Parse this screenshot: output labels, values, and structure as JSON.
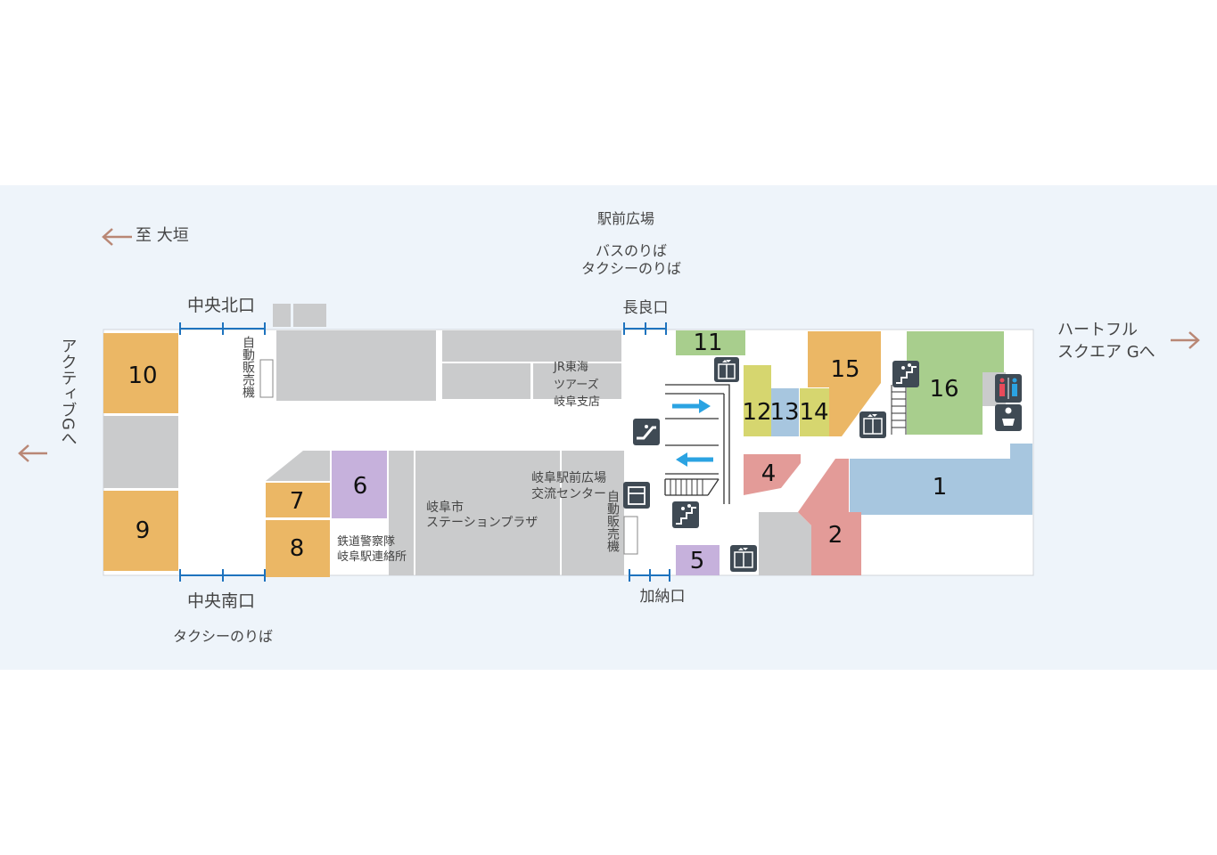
{
  "colors": {
    "band": "#eef4fa",
    "orange": "#ebb765",
    "gray": "#cacbcc",
    "purple": "#c6b1dc",
    "green": "#a8ce8d",
    "blue": "#a7c6df",
    "yellow": "#d6d66f",
    "pink": "#e39b98",
    "arrow_brown": "#b98775",
    "arrow_blue": "#2ba3e2",
    "gate_blue": "#1e73be",
    "icon_dark": "#3f4a54"
  },
  "labels": {
    "to_ogaki": "至 大垣",
    "ekimae_hiroba": "駅前広場",
    "bus_noriba": "バスのりば",
    "taxi_noriba_top": "タクシーのりば",
    "chuo_kitaguchi": "中央北口",
    "nagaraguchi": "長良口",
    "heartful_1": "ハートフル",
    "heartful_2": "スクエア Gへ",
    "active_g": "アクティブGへ",
    "vending_1": "自動販売機",
    "vending_2": "自動販売機",
    "jr_1": "JR東海",
    "jr_2": "ツアーズ",
    "jr_3": "岐阜支店",
    "koryu_1": "岐阜駅前広場",
    "koryu_2": "交流センター",
    "plaza_1": "岐阜市",
    "plaza_2": "ステーションプラザ",
    "police_1": "鉄道警察隊",
    "police_2": "岐阜駅連絡所",
    "chuo_minamiguchi": "中央南口",
    "taxi_noriba_bottom": "タクシーのりば",
    "kanouguchi": "加納口"
  },
  "shops": [
    "1",
    "2",
    "4",
    "5",
    "6",
    "7",
    "8",
    "9",
    "10",
    "11",
    "12",
    "13",
    "14",
    "15",
    "16"
  ],
  "icons": [
    "escalator-icon",
    "elevator-icon",
    "stairs-icon",
    "restroom-icon",
    "baby-care-icon",
    "locker-icon"
  ]
}
